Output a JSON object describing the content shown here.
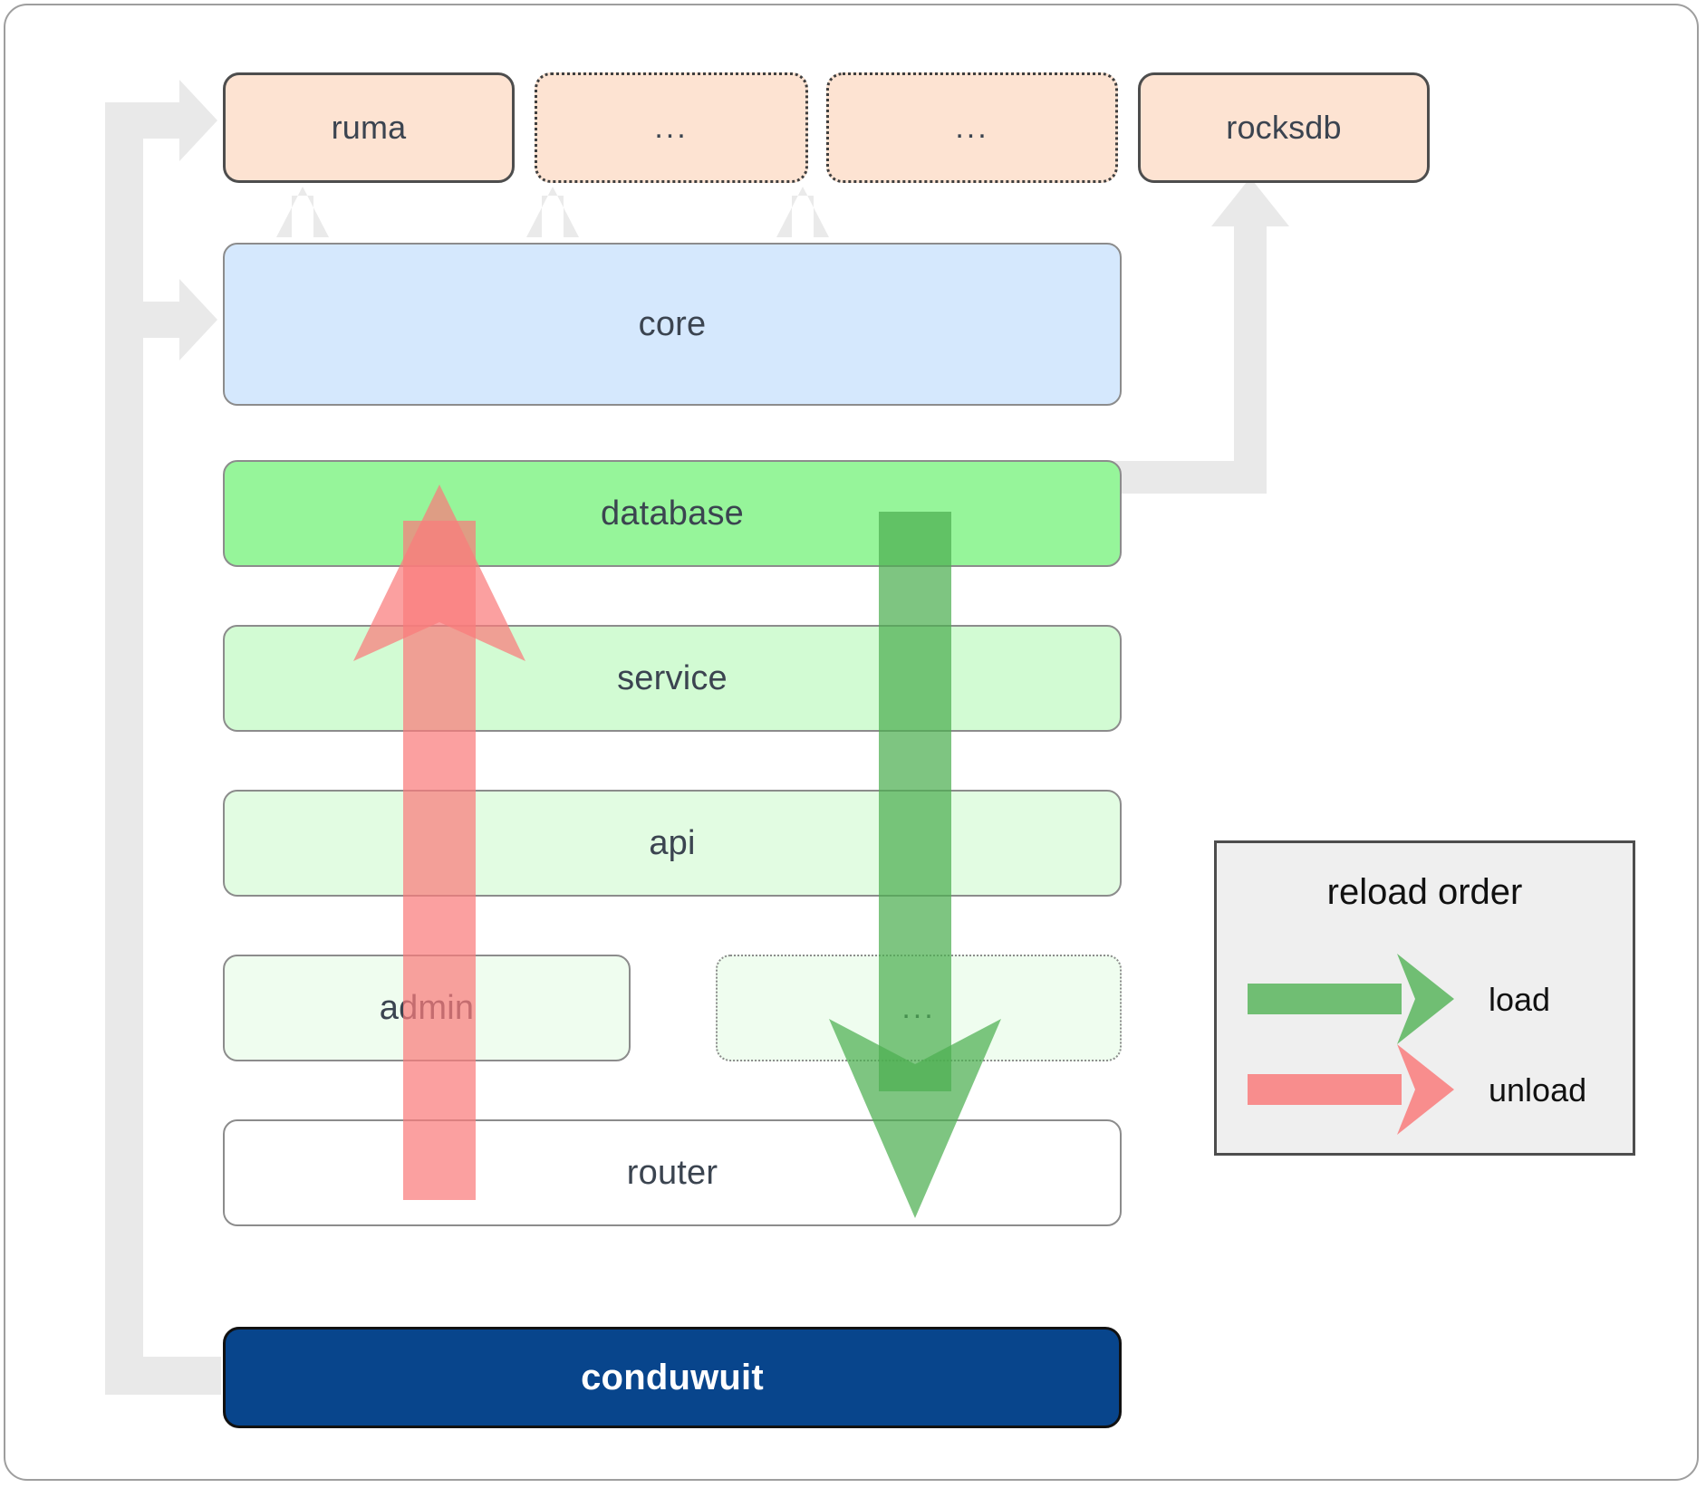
{
  "diagram": {
    "title": "conduwuit crate architecture / reload order",
    "dependencies": [
      {
        "label": "ruma",
        "style": "solid"
      },
      {
        "label": "...",
        "style": "dotted"
      },
      {
        "label": "...",
        "style": "dotted"
      },
      {
        "label": "rocksdb",
        "style": "solid"
      }
    ],
    "core": {
      "label": "core"
    },
    "layers": [
      {
        "label": "database",
        "style": "solid"
      },
      {
        "label": "service",
        "style": "solid"
      },
      {
        "label": "api",
        "style": "solid"
      },
      {
        "label": "admin",
        "style": "solid"
      },
      {
        "label": "...",
        "style": "dotted"
      },
      {
        "label": "router",
        "style": "solid"
      }
    ],
    "app": {
      "label": "conduwuit"
    },
    "legend": {
      "title": "reload order",
      "entries": [
        {
          "label": "load",
          "color": "#4caf50",
          "direction": "down"
        },
        {
          "label": "unload",
          "color": "#f97b7b",
          "direction": "up"
        }
      ]
    },
    "colors": {
      "dependency_fill": "#fde3d2",
      "core_fill": "#d5e8fd",
      "database_fill": "#96f59a",
      "service_fill": "#d2fbd3",
      "api_fill": "#e2fce2",
      "admin_fill": "#effdef",
      "router_fill": "#ffffff",
      "app_fill": "#08458c",
      "connector": "#e9e9e9",
      "load_arrow": "#4caf50",
      "unload_arrow": "#f97b7b",
      "legend_bg": "#efefef"
    }
  }
}
